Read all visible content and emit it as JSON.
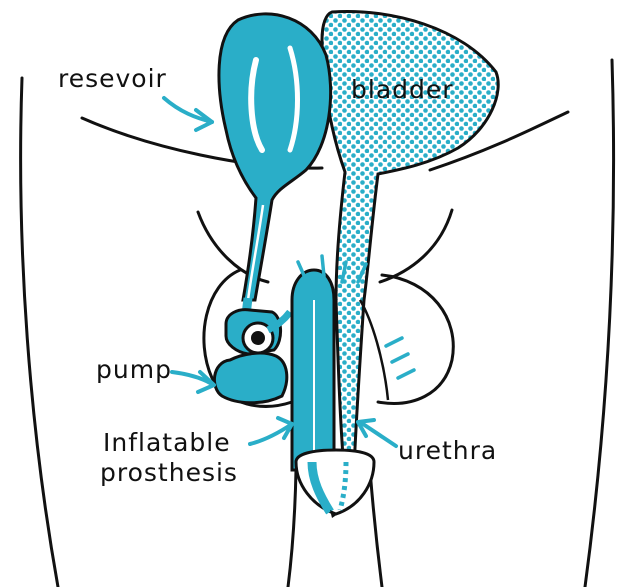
{
  "labels": {
    "reservoir": "resevoir",
    "bladder": "bladder",
    "pump": "pump",
    "prosthesis_line1": "Inflatable",
    "prosthesis_line2": "prosthesis",
    "urethra": "urethra"
  },
  "colors": {
    "device": "#2aaec8",
    "ink": "#111111",
    "dots": "#2aaec8",
    "background": "#ffffff"
  }
}
